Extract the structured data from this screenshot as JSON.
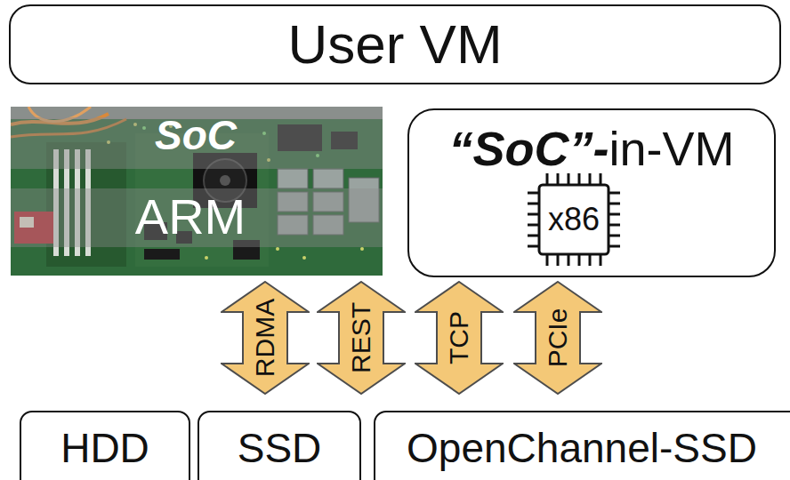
{
  "diagram": {
    "nodes": [
      {
        "text": [
          "User VM"
        ]
      },
      {
        "text": [
          "SoC",
          "ARM"
        ]
      },
      {
        "text": [
          "“SoC”-",
          "in-VM"
        ]
      },
      {
        "text": [
          "x86"
        ],
        "in": 2
      },
      {
        "text": [
          "RDMA"
        ]
      },
      {
        "text": [
          "REST"
        ]
      },
      {
        "text": [
          "TCP"
        ]
      },
      {
        "text": [
          "PCIe"
        ]
      },
      {
        "text": [
          "HDD"
        ]
      },
      {
        "text": [
          "SSD"
        ]
      },
      {
        "text": [
          "OpenChannel-SSD"
        ]
      }
    ]
  }
}
